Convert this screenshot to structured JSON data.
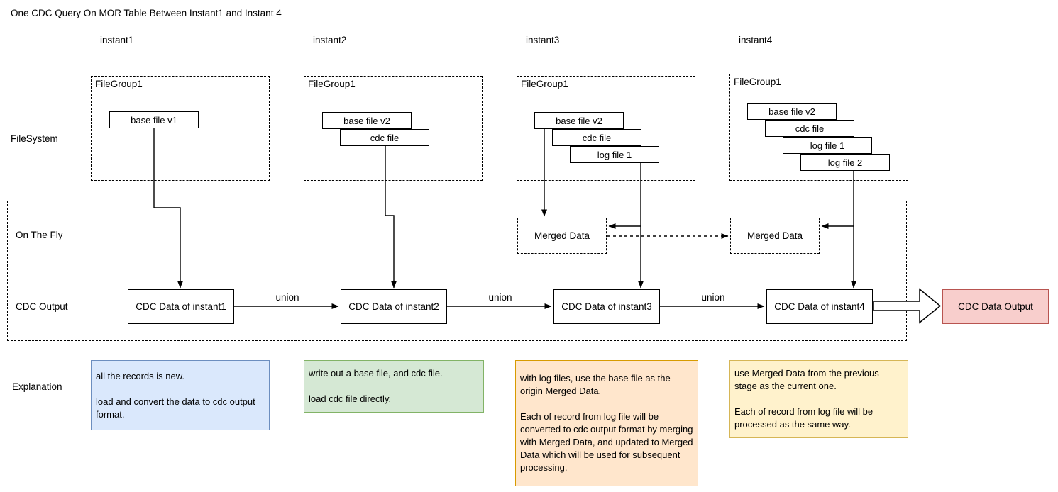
{
  "title": "One CDC Query On MOR Table Between Instant1 and Instant 4",
  "row_labels": {
    "filesystem": "FileSystem",
    "on_the_fly": "On The Fly",
    "cdc_output": "CDC Output",
    "explanation": "Explanation"
  },
  "union_label": "union",
  "merged_data_label": "Merged Data",
  "output_box_label": "CDC Data Output",
  "columns": [
    {
      "header": "instant1",
      "filegroup": "FileGroup1",
      "files": [
        "base file v1"
      ],
      "cdc_label": "CDC Data of instant1",
      "explanation": "all the records is new.\n\nload and convert the data to cdc output format."
    },
    {
      "header": "instant2",
      "filegroup": "FileGroup1",
      "files": [
        "base file v2",
        "cdc file"
      ],
      "cdc_label": "CDC Data of instant2",
      "explanation": "write out a base file, and cdc file.\n\nload cdc file directly."
    },
    {
      "header": "instant3",
      "filegroup": "FileGroup1",
      "files": [
        "base file v2",
        "cdc file",
        "log file 1"
      ],
      "cdc_label": "CDC Data of instant3",
      "explanation": "with log files, use the base file as the origin Merged Data.\n\nEach of record from log file will be converted to cdc output format by merging with Merged Data, and updated to Merged Data which will be used for subsequent processing."
    },
    {
      "header": "instant4",
      "filegroup": "FileGroup1",
      "files": [
        "base file v2",
        "cdc file",
        "log file 1",
        "log file 2"
      ],
      "cdc_label": "CDC Data of instant4",
      "explanation": "use Merged Data from the previous stage as the current one.\n\nEach of record from log file will be processed as the same way."
    }
  ],
  "colors": {
    "line": "#000000",
    "explanation_blue_fill": "#dae8fc",
    "explanation_blue_border": "#6c8ebf",
    "explanation_green_fill": "#d5e8d4",
    "explanation_green_border": "#82b366",
    "explanation_orange_fill": "#ffe6cc",
    "explanation_orange_border": "#d79b00",
    "explanation_yellow_fill": "#fff2cc",
    "explanation_yellow_border": "#d6b656",
    "output_fill": "#f8cecc",
    "output_border": "#b85450"
  }
}
